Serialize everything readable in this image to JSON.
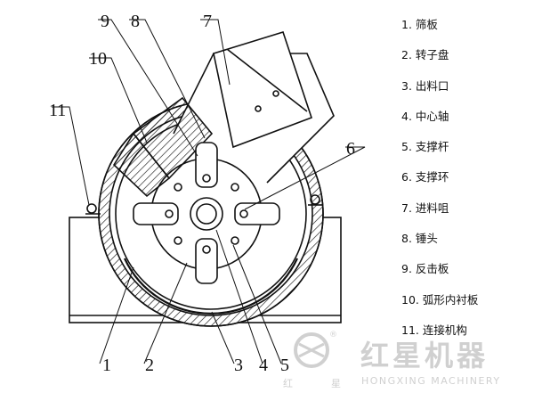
{
  "callouts": [
    "1",
    "2",
    "3",
    "4",
    "5",
    "6",
    "7",
    "8",
    "9",
    "10",
    "11"
  ],
  "legend": [
    "1. 筛板",
    "2. 转子盘",
    "3. 出料口",
    "4. 中心轴",
    "5. 支撑杆",
    "6. 支撑环",
    "7. 进料咀",
    "8. 锤头",
    "9. 反击板",
    "10. 弧形内衬板",
    "11. 连接机构"
  ],
  "watermark": {
    "brand": "红星机器",
    "brand_small_left": "红",
    "brand_small_right": "星",
    "brand_en": "HONGXING MACHINERY",
    "registered": "®"
  },
  "colors": {
    "line": "#111111",
    "watermark": "#c8c8c8"
  }
}
